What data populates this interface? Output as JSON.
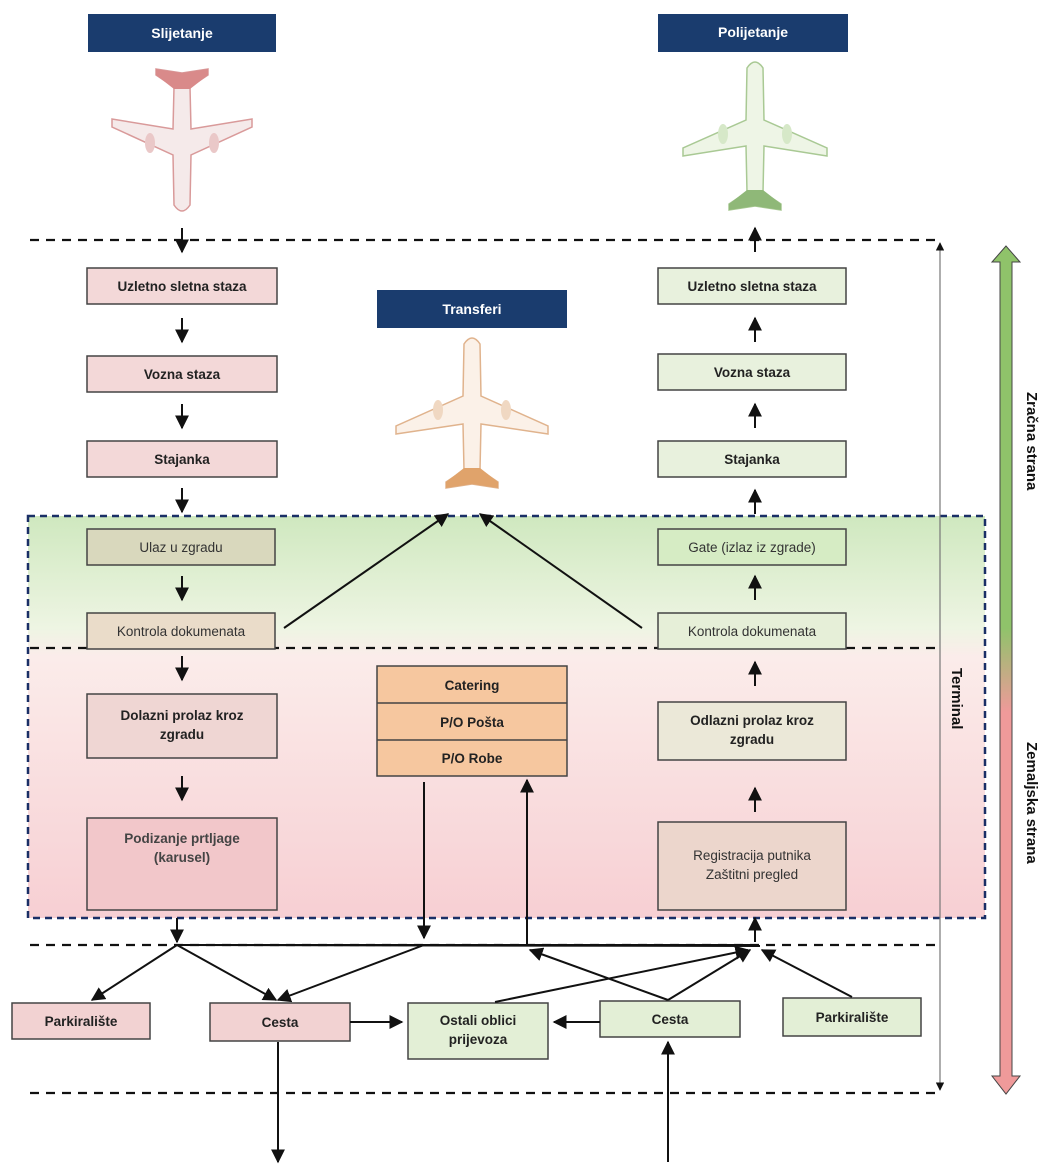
{
  "colors": {
    "header": "#1a3c6e",
    "arrival_box": "#f3d8d8",
    "departure_box": "#e8f1dd",
    "catering_box": "#f6c79f",
    "terminal_border": "#1a2f66",
    "zone_air_green": "#8fc36a",
    "zone_land_red": "#ef9a9a"
  },
  "headers": {
    "arrival": "Slijetanje",
    "departure": "Polijetanje",
    "transfer": "Transferi"
  },
  "arrival": {
    "runway": "Uzletno sletna staza",
    "taxiway": "Vozna staza",
    "apron": "Stajanka",
    "building_entry": "Ulaz u zgradu",
    "doc_control": "Kontrola dokumenata",
    "passage_1": "Dolazni prolaz kroz",
    "passage_2": "zgradu",
    "baggage_1": "Podizanje prtljage",
    "baggage_2": "(karusel)"
  },
  "departure": {
    "runway": "Uzletno sletna staza",
    "taxiway": "Vozna staza",
    "apron": "Stajanka",
    "gate": "Gate (izlaz iz zgrade)",
    "doc_control": "Kontrola dokumenata",
    "passage_1": "Odlazni prolaz kroz",
    "passage_2": "zgradu",
    "checkin_1": "Registracija putnika",
    "checkin_2": "Zaštitni pregled"
  },
  "center": {
    "catering": "Catering",
    "mail": "P/O Pošta",
    "cargo": "P/O Robe"
  },
  "ground": {
    "parking_left": "Parkiralište",
    "road_left": "Cesta",
    "other_1": "Ostali oblici",
    "other_2": "prijevoza",
    "road_right": "Cesta",
    "parking_right": "Parkiralište"
  },
  "zones": {
    "terminal": "Terminal",
    "airside": "Zračna strana",
    "landside": "Zemaljska strana"
  },
  "icons": [
    "airplane-arrival-icon",
    "airplane-transfer-icon",
    "airplane-departure-icon"
  ]
}
